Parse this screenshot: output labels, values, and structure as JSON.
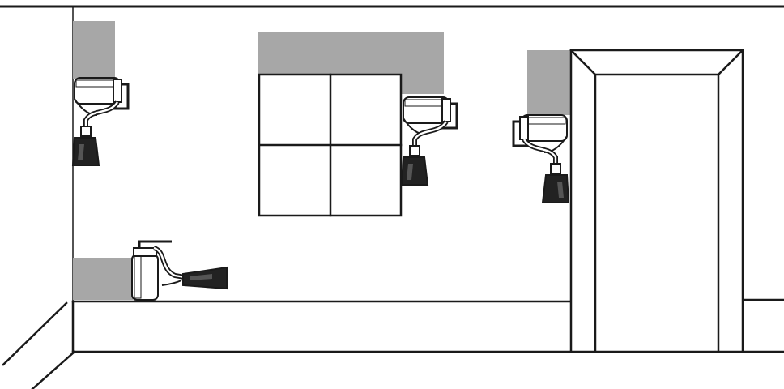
{
  "scene": {
    "subject": "paint-roller-wall-coverage-diagram",
    "colors": {
      "line": "#1a1a1a",
      "painted_area": "#a7a7a7",
      "wall": "#ffffff",
      "roller_handle": "#222222"
    },
    "elements": {
      "roller_count": 4,
      "painted_area_count": 4,
      "window_panes": 4,
      "door_count": 1
    },
    "icons": [
      "paint-roller-icon",
      "window-icon",
      "door-icon",
      "baseboard-icon"
    ]
  }
}
